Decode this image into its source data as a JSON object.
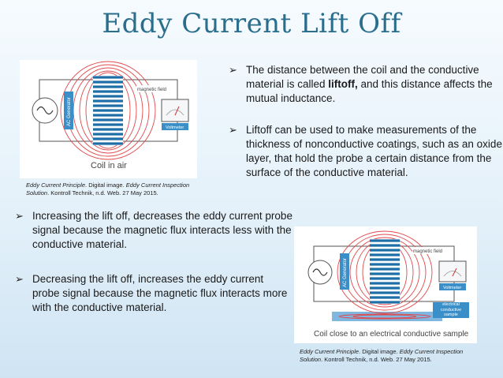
{
  "title": "Eddy Current Lift Off",
  "bullets": {
    "b1_pre": "The distance between the coil and the conductive material is called ",
    "b1_bold": "liftoff,",
    "b1_post": " and this distance affects the mutual inductance.",
    "b2": "Liftoff can be used to make measurements of the thickness of nonconductive coatings, such as  an oxide layer, that hold the probe a certain distance from the surface of the conductive material.",
    "b3": "Increasing  the lift off, decreases the eddy current probe signal because the magnetic flux interacts less with the conductive material.",
    "b4": "Decreasing  the lift off, increases the eddy current probe signal because the magnetic flux interacts more with the conductive material."
  },
  "figure1": {
    "ac_label": "AC Generator",
    "field_label": "magnetic field",
    "meter_label": "Voltmeter",
    "caption_text": "Coil in air"
  },
  "figure2": {
    "ac_label": "AC Generator",
    "field_label": "magnetic field",
    "meter_label": "Voltmeter",
    "sample_label": "electrical conductive sample",
    "caption_text": "Coil close to an electrical conductive sample"
  },
  "caption1": {
    "italic1": "Eddy Current Principle",
    "plain1": ". Digital image. ",
    "italic2": "Eddy Current Inspection Solution",
    "plain2": ". Kontroll Technik, n.d. Web. 27 May 2015."
  },
  "caption2": {
    "italic1": "Eddy Current Principle",
    "plain1": ". Digital image. ",
    "italic2": "Eddy Current Inspection Solution",
    "plain2": ". Kontroll Technik, n.d. Web. 27 May 2015."
  },
  "colors": {
    "title": "#2a6e8e",
    "coil": "#1e6fa8",
    "field": "#e0484c",
    "generator": "#3a8fc8",
    "sample": "#7fb7e0"
  }
}
